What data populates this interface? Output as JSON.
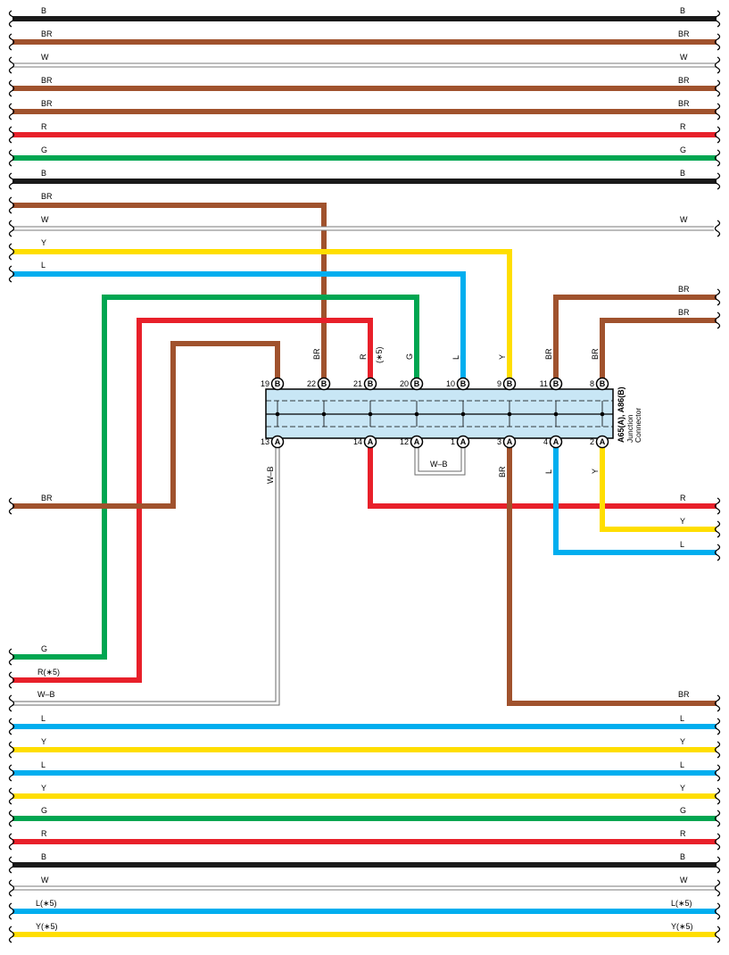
{
  "colors": {
    "B": "#1a1a1a",
    "BR": "#a0522d",
    "W": "#ffffff",
    "R": "#e8202a",
    "G": "#00a651",
    "Y": "#ffde00",
    "L": "#00aeef",
    "W-B": "#ffffff",
    "connector_fill": "#c8e6f5"
  },
  "full_wires": [
    {
      "color": "B",
      "left_label": "B",
      "right_label": "B"
    },
    {
      "color": "BR",
      "left_label": "BR",
      "right_label": "BR"
    },
    {
      "color": "W",
      "left_label": "W",
      "right_label": "W"
    },
    {
      "color": "BR",
      "left_label": "BR",
      "right_label": "BR"
    },
    {
      "color": "BR",
      "left_label": "BR",
      "right_label": "BR"
    },
    {
      "color": "R",
      "left_label": "R",
      "right_label": "R"
    },
    {
      "color": "G",
      "left_label": "G",
      "right_label": "G"
    },
    {
      "color": "B",
      "left_label": "B",
      "right_label": "B"
    },
    {
      "color": "W",
      "left_label": "W",
      "right_label": "W"
    },
    {
      "color": "L",
      "left_label": "L",
      "right_label": "L"
    },
    {
      "color": "Y",
      "left_label": "Y",
      "right_label": "Y"
    },
    {
      "color": "L",
      "left_label": "L",
      "right_label": "L"
    },
    {
      "color": "Y",
      "left_label": "Y",
      "right_label": "Y"
    },
    {
      "color": "G",
      "left_label": "G",
      "right_label": "G"
    },
    {
      "color": "R",
      "left_label": "R",
      "right_label": "R"
    },
    {
      "color": "B",
      "left_label": "B",
      "right_label": "B"
    },
    {
      "color": "W",
      "left_label": "W",
      "right_label": "W"
    },
    {
      "color": "L",
      "left_label": "L(∗5)",
      "right_label": "L(∗5)"
    },
    {
      "color": "Y",
      "left_label": "Y(∗5)",
      "right_label": "Y(∗5)"
    }
  ],
  "connector": {
    "title": "A65(A), A86(B)",
    "subtitle1": "Junction",
    "subtitle2": "Connector",
    "top_pins": [
      {
        "num": "19",
        "letter": "B"
      },
      {
        "num": "22",
        "letter": "B"
      },
      {
        "num": "21",
        "letter": "B"
      },
      {
        "num": "20",
        "letter": "B"
      },
      {
        "num": "10",
        "letter": "B"
      },
      {
        "num": "9",
        "letter": "B"
      },
      {
        "num": "11",
        "letter": "B"
      },
      {
        "num": "8",
        "letter": "B"
      }
    ],
    "bottom_pins": [
      {
        "num": "13",
        "letter": "A"
      },
      {
        "num": "14",
        "letter": "A"
      },
      {
        "num": "12",
        "letter": "A"
      },
      {
        "num": "1",
        "letter": "A"
      },
      {
        "num": "3",
        "letter": "A"
      },
      {
        "num": "4",
        "letter": "A"
      },
      {
        "num": "2",
        "letter": "A"
      }
    ]
  },
  "routed_wires": {
    "top_left_br": "BR",
    "top_left_w": "W",
    "top_right_w": "W",
    "top_left_y": "Y",
    "top_left_l": "L",
    "right_br_1": "BR",
    "right_br_2": "BR",
    "left_br_mid": "BR",
    "right_r_mid": "R",
    "right_y_mid": "Y",
    "right_l_mid": "L",
    "left_g_low": "G",
    "left_r_low": "R(∗5)",
    "left_wb_low": "W–B",
    "right_br_low": "BR"
  },
  "pin_wire_labels": {
    "br_22": "BR",
    "r_21": "R",
    "r_21_note": "(∗5)",
    "g_20": "G",
    "l_10": "L",
    "y_9": "Y",
    "br_11": "BR",
    "br_8": "BR",
    "wb_13": "W–B",
    "wb_loop": "W–B",
    "br_3": "BR",
    "l_4": "L",
    "y_2": "Y"
  }
}
